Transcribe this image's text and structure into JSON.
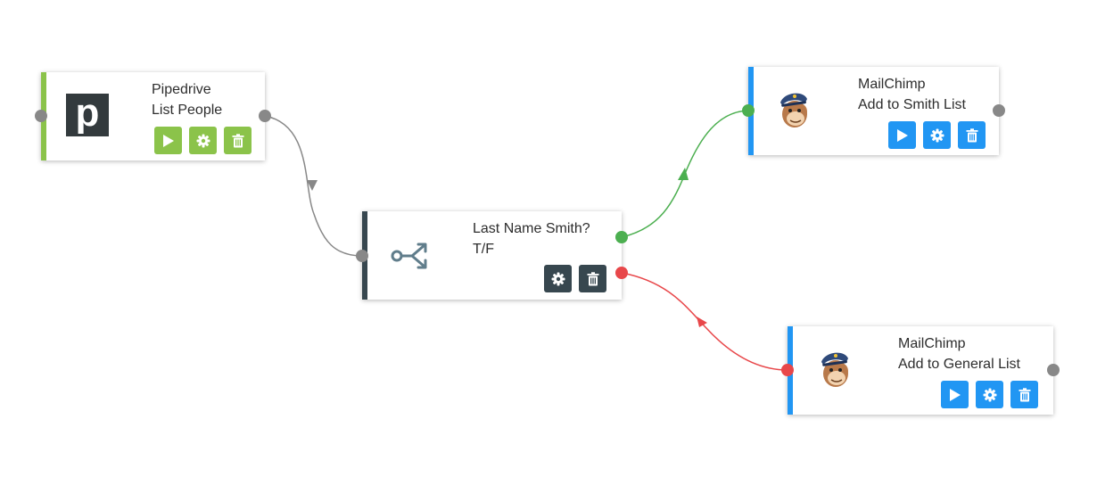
{
  "colors": {
    "pipedrive_accent": "#8bc34a",
    "mailchimp_accent": "#2196f3",
    "filter_accent": "#37474f",
    "wire_default": "#888888",
    "wire_true": "#4caf50",
    "wire_false": "#e8474a",
    "port_default": "#888888"
  },
  "nodes": {
    "pipedrive": {
      "line1": "Pipedrive",
      "line2": "List People",
      "logo_icon": "pipedrive-logo",
      "logo_letter": "p",
      "actions": [
        "play-icon",
        "gear-icon",
        "trash-icon"
      ]
    },
    "filter": {
      "line1": "Last Name Smith?",
      "line2": "T/F",
      "logo_icon": "branch-icon",
      "actions": [
        "gear-icon",
        "trash-icon"
      ]
    },
    "mailchimp_smith": {
      "line1": "MailChimp",
      "line2": "Add to Smith List",
      "logo_icon": "mailchimp-logo",
      "actions": [
        "play-icon",
        "gear-icon",
        "trash-icon"
      ]
    },
    "mailchimp_general": {
      "line1": "MailChimp",
      "line2": "Add to General List",
      "logo_icon": "mailchimp-logo",
      "actions": [
        "play-icon",
        "gear-icon",
        "trash-icon"
      ]
    }
  },
  "connections": [
    {
      "from": "pipedrive",
      "to": "filter",
      "branch": "default"
    },
    {
      "from": "filter",
      "to": "mailchimp_smith",
      "branch": "true"
    },
    {
      "from": "filter",
      "to": "mailchimp_general",
      "branch": "false"
    }
  ]
}
